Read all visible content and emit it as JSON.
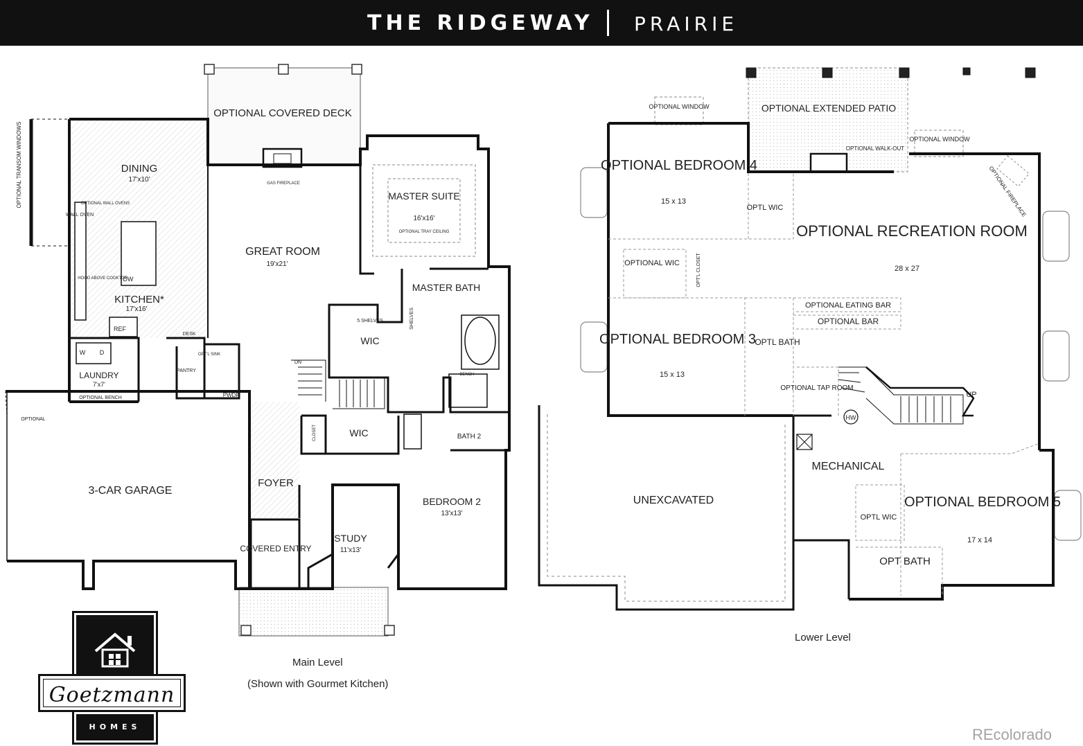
{
  "header": {
    "title": "THE RIDGEWAY",
    "subtitle": "PRAIRIE"
  },
  "main_level": {
    "caption": "Main Level",
    "subcaption": "(Shown with  Gourmet Kitchen)",
    "rooms": {
      "covered_deck": "OPTIONAL COVERED DECK",
      "gas_fireplace": "GAS FIREPLACE",
      "transom": "OPTIONAL TRANSOM WINDOWS",
      "dining": "DINING",
      "dining_size": "17'x10'",
      "wall_ovens_opt": "OPTIONAL WALL OVENS",
      "wall_oven": "WALL OVEN",
      "hood": "HOOD ABOVE COOKTOP",
      "dw": "DW",
      "kitchen": "KITCHEN*",
      "kitchen_size": "17'x16'",
      "ref": "REF",
      "desk": "DESK",
      "opt_sink": "OPT'L SINK",
      "pantry": "PANTRY",
      "pwdr": "PWDR",
      "w": "W",
      "d": "D",
      "laundry": "LAUNDRY",
      "laundry_size": "7'x7'",
      "opt_bench": "OPTIONAL BENCH",
      "optional": "OPTIONAL",
      "garage": "3-CAR GARAGE",
      "great_room": "GREAT ROOM",
      "great_room_size": "19'x21'",
      "master_suite": "MASTER SUITE",
      "master_size": "16'x16'",
      "tray": "OPTIONAL TRAY CEILING",
      "master_bath": "MASTER BATH",
      "shelves5": "5 SHELVES",
      "shelves": "SHELVES",
      "wic": "WIC",
      "wic2": "WIC",
      "bench": "BENCH",
      "dn": "DN",
      "closet": "CLOSET",
      "bath2": "BATH 2",
      "foyer": "FOYER",
      "bedroom2": "BEDROOM 2",
      "bedroom2_size": "13'x13'",
      "study": "STUDY",
      "study_size": "11'x13'",
      "covered_entry": "COVERED ENTRY"
    }
  },
  "lower_level": {
    "caption": "Lower Level",
    "rooms": {
      "opt_window1": "OPTIONAL WINDOW",
      "ext_patio": "OPTIONAL EXTENDED PATIO",
      "walkout": "OPTIONAL WALK-OUT",
      "opt_window2": "OPTIONAL WINDOW",
      "opt_fireplace": "OPTIONAL FIREPLACE",
      "bed4": "OPTIONAL BEDROOM 4",
      "bed4_size": "15 x 13",
      "optl_wic": "OPTL WIC",
      "rec": "OPTIONAL RECREATION ROOM",
      "rec_size": "28 x 27",
      "opt_wic": "OPTIONAL WIC",
      "opt_closet": "OPT'L CLOSET",
      "eating_bar": "OPTIONAL EATING BAR",
      "opt_bar": "OPTIONAL BAR",
      "bed3": "OPTIONAL BEDROOM 3",
      "bed3_size": "15 x 13",
      "optl_bath": "OPTL BATH",
      "tap_room": "OPTIONAL TAP ROOM",
      "hw": "HW",
      "up": "UP",
      "mechanical": "MECHANICAL",
      "unexcavated": "UNEXCAVATED",
      "bed5": "OPTIONAL BEDROOM 5",
      "bed5_size": "17 x 14",
      "optl_wic2": "OPTL WIC",
      "opt_bath": "OPT BATH"
    }
  },
  "logo": {
    "name": "Goetzmann",
    "sub": "HOMES"
  },
  "watermark": "REcolorado"
}
